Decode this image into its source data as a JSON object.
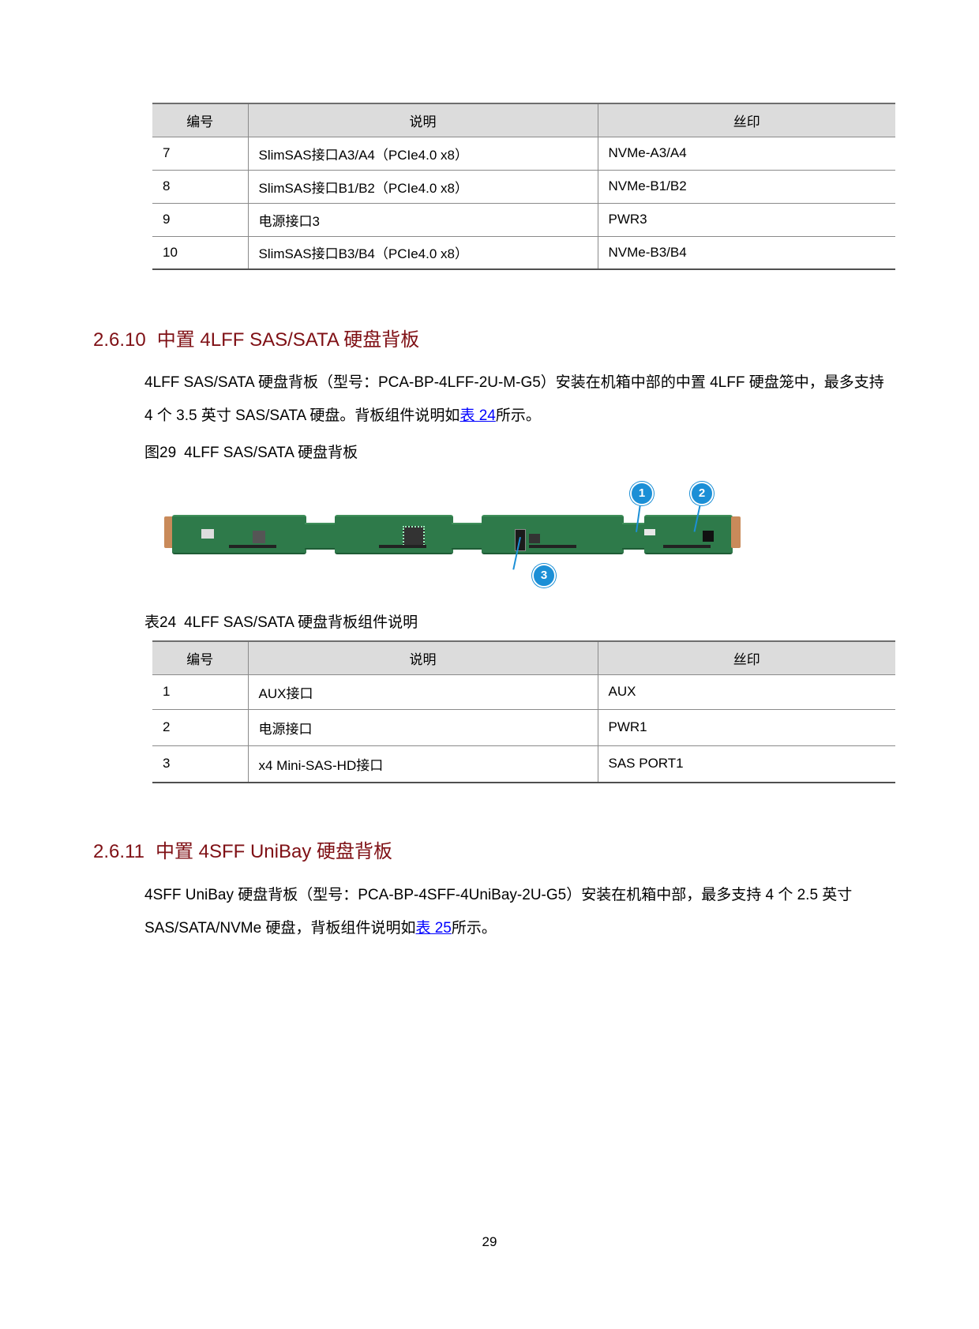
{
  "table_top": {
    "headers": [
      "编号",
      "说明",
      "丝印"
    ],
    "rows": [
      [
        "7",
        "SlimSAS接口A3/A4（PCIe4.0 x8）",
        "NVMe-A3/A4"
      ],
      [
        "8",
        "SlimSAS接口B1/B2（PCIe4.0 x8）",
        "NVMe-B1/B2"
      ],
      [
        "9",
        "电源接口3",
        "PWR3"
      ],
      [
        "10",
        "SlimSAS接口B3/B4（PCIe4.0 x8）",
        "NVMe-B3/B4"
      ]
    ]
  },
  "section_2610": {
    "number": "2.6.10",
    "title": "中置 4LFF SAS/SATA 硬盘背板",
    "para_before_link": "4LFF SAS/SATA 硬盘背板（型号：PCA-BP-4LFF-2U-M-G5）安装在机箱中部的中置 4LFF 硬盘笼中，最多支持 4 个 3.5 英寸 SAS/SATA 硬盘。背板组件说明如",
    "para_link": "表 24",
    "para_after_link": "所示。",
    "figure_caption_num": "图29",
    "figure_caption_text": "4LFF SAS/SATA 硬盘背板",
    "figure_callouts": [
      "1",
      "2",
      "3"
    ],
    "table_caption_num": "表24",
    "table_caption_text": "4LFF SAS/SATA 硬盘背板组件说明",
    "table": {
      "headers": [
        "编号",
        "说明",
        "丝印"
      ],
      "rows": [
        [
          "1",
          "AUX接口",
          "AUX"
        ],
        [
          "2",
          "电源接口",
          "PWR1"
        ],
        [
          "3",
          "x4 Mini-SAS-HD接口",
          "SAS PORT1"
        ]
      ]
    }
  },
  "section_2611": {
    "number": "2.6.11",
    "title": "中置 4SFF UniBay 硬盘背板",
    "para_before_link": "4SFF UniBay 硬盘背板（型号：PCA-BP-4SFF-4UniBay-2U-G5）安装在机箱中部，最多支持 4 个 2.5 英寸 SAS/SATA/NVMe 硬盘，背板组件说明如",
    "para_link": "表 25",
    "para_after_link": "所示。"
  },
  "colors": {
    "heading": "#7f1015",
    "link": "#0000ff",
    "table_header_bg": "#dcdcdc",
    "callout": "#1b8fd6"
  },
  "page_number": "29"
}
